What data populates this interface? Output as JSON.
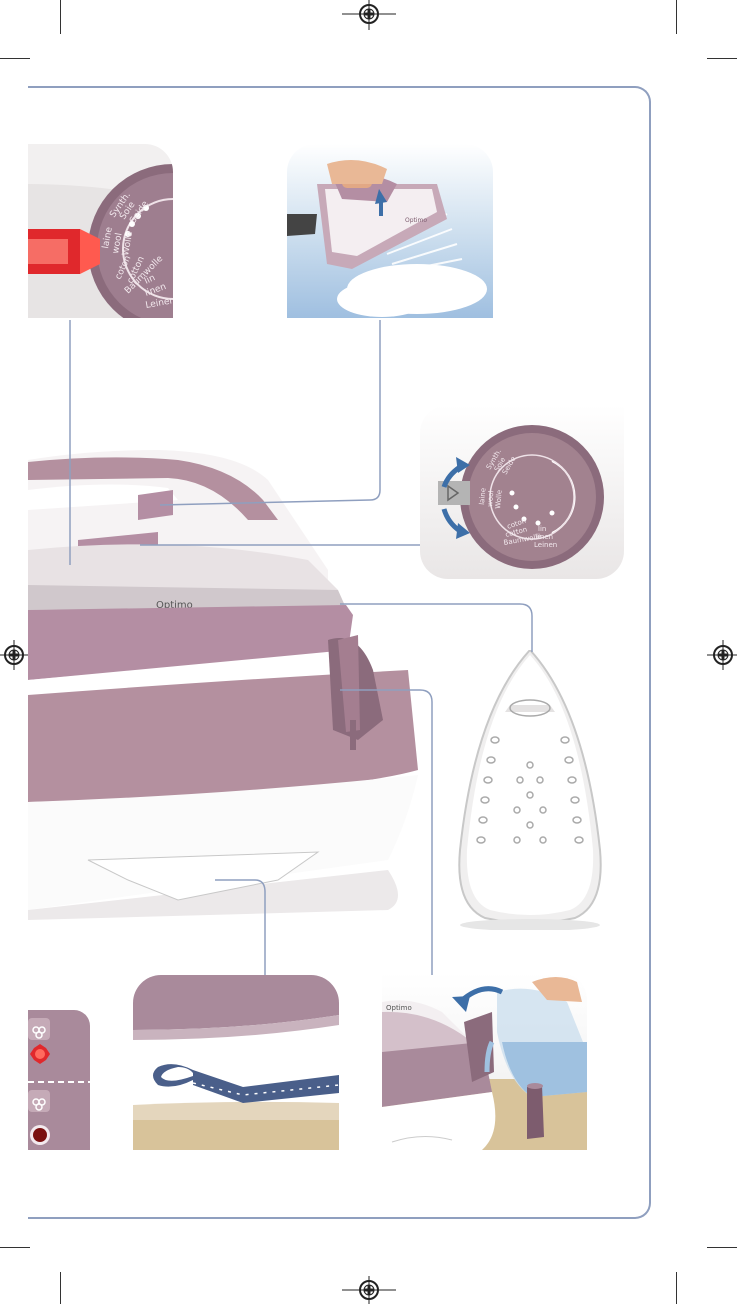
{
  "labels": {
    "dial_small_1": "Synth.",
    "dial_small_2": "Soie",
    "dial_small_3": "Seide",
    "dial_small_4": "laine",
    "dial_small_5": "wool",
    "dial_small_6": "Wolle",
    "dial_small_7": "coton",
    "dial_small_8": "cotton",
    "dial_small_9": "Baumwolle",
    "dial_small_10": "lin",
    "dial_small_11": "linen",
    "dial_small_12": "Leinen",
    "brand_main": "Optimo",
    "brand_small": "Optimo",
    "brand_iron_top": "Optimo"
  },
  "colors": {
    "frame": "#8f9fbf",
    "mauve": "#a98a9b",
    "mauve_dark": "#7d5c6e",
    "mauve_light": "#d9c7d0",
    "red": "#e0282c",
    "blue_arrow": "#3d6fa8",
    "water": "#cfe0ef",
    "table": "#d8c39a"
  },
  "icons": {
    "steam_top": "steam-icon",
    "light_red": "indicator-light-red-icon",
    "steam_bottom": "steam-icon",
    "light_dark": "indicator-light-dark-icon",
    "registration_mark": "registration-mark-icon"
  }
}
